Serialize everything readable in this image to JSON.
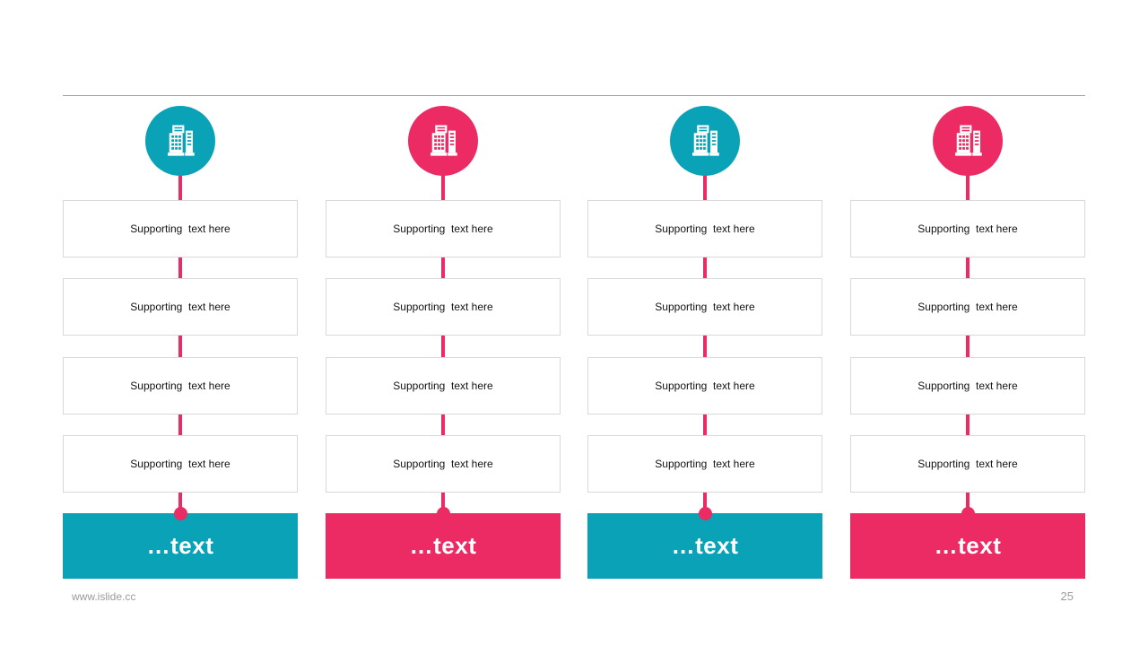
{
  "page": {
    "site_url": "www.islide.cc",
    "page_number": "25"
  },
  "colors": {
    "teal": "#0aa2b7",
    "pink": "#ec2a63",
    "rule": "#a6a6a6",
    "box-border": "#d9d9d9",
    "text-dark": "#141414",
    "muted": "#9b9b9b"
  },
  "columns": [
    {
      "icon": "building-icon",
      "accent": "teal",
      "items": [
        "Supporting  text here",
        "Supporting  text here",
        "Supporting  text here",
        "Supporting  text here"
      ],
      "footer_label": "…text"
    },
    {
      "icon": "building-icon",
      "accent": "pink",
      "items": [
        "Supporting  text here",
        "Supporting  text here",
        "Supporting  text here",
        "Supporting  text here"
      ],
      "footer_label": "…text"
    },
    {
      "icon": "building-icon",
      "accent": "teal",
      "items": [
        "Supporting  text here",
        "Supporting  text here",
        "Supporting  text here",
        "Supporting  text here"
      ],
      "footer_label": "…text"
    },
    {
      "icon": "building-icon",
      "accent": "pink",
      "items": [
        "Supporting  text here",
        "Supporting  text here",
        "Supporting  text here",
        "Supporting  text here"
      ],
      "footer_label": "…text"
    }
  ]
}
